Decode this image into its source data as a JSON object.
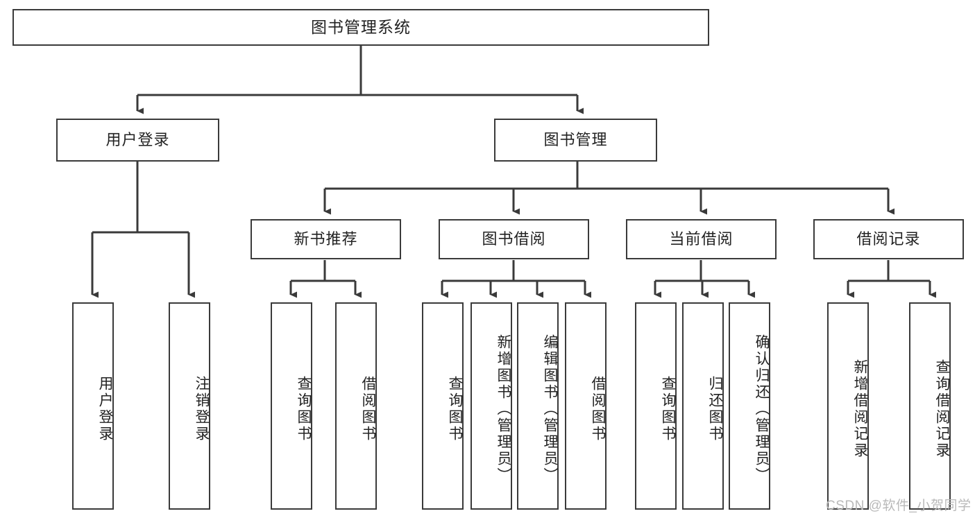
{
  "diagram": {
    "title": "图书管理系统",
    "type": "tree-hierarchy",
    "watermark": "CSDN @软件_小贺同学",
    "colors": {
      "stroke": "#3a3a3a",
      "box_fill": "#ffffff",
      "text": "#222222",
      "watermark": "#b9b9b9",
      "background": "#ffffff"
    },
    "levels": {
      "root": {
        "label": "图书管理系统"
      },
      "level2": [
        {
          "label": "用户登录"
        },
        {
          "label": "图书管理"
        }
      ],
      "level3": [
        {
          "label": "新书推荐"
        },
        {
          "label": "图书借阅"
        },
        {
          "label": "当前借阅"
        },
        {
          "label": "借阅记录"
        }
      ],
      "leaves": [
        {
          "label": "用户登录",
          "parent": "用户登录"
        },
        {
          "label": "注销登录",
          "parent": "用户登录"
        },
        {
          "label": "查询图书",
          "parent": "新书推荐"
        },
        {
          "label": "借阅图书",
          "parent": "新书推荐"
        },
        {
          "label": "查询图书",
          "parent": "图书借阅"
        },
        {
          "label": "新增图书（管理员）",
          "parent": "图书借阅"
        },
        {
          "label": "编辑图书（管理员）",
          "parent": "图书借阅"
        },
        {
          "label": "借阅图书",
          "parent": "图书借阅"
        },
        {
          "label": "查询图书",
          "parent": "当前借阅"
        },
        {
          "label": "归还图书",
          "parent": "当前借阅"
        },
        {
          "label": "确认归还（管理员）",
          "parent": "当前借阅"
        },
        {
          "label": "新增借阅记录",
          "parent": "借阅记录"
        },
        {
          "label": "查询借阅记录",
          "parent": "借阅记录"
        }
      ]
    }
  }
}
